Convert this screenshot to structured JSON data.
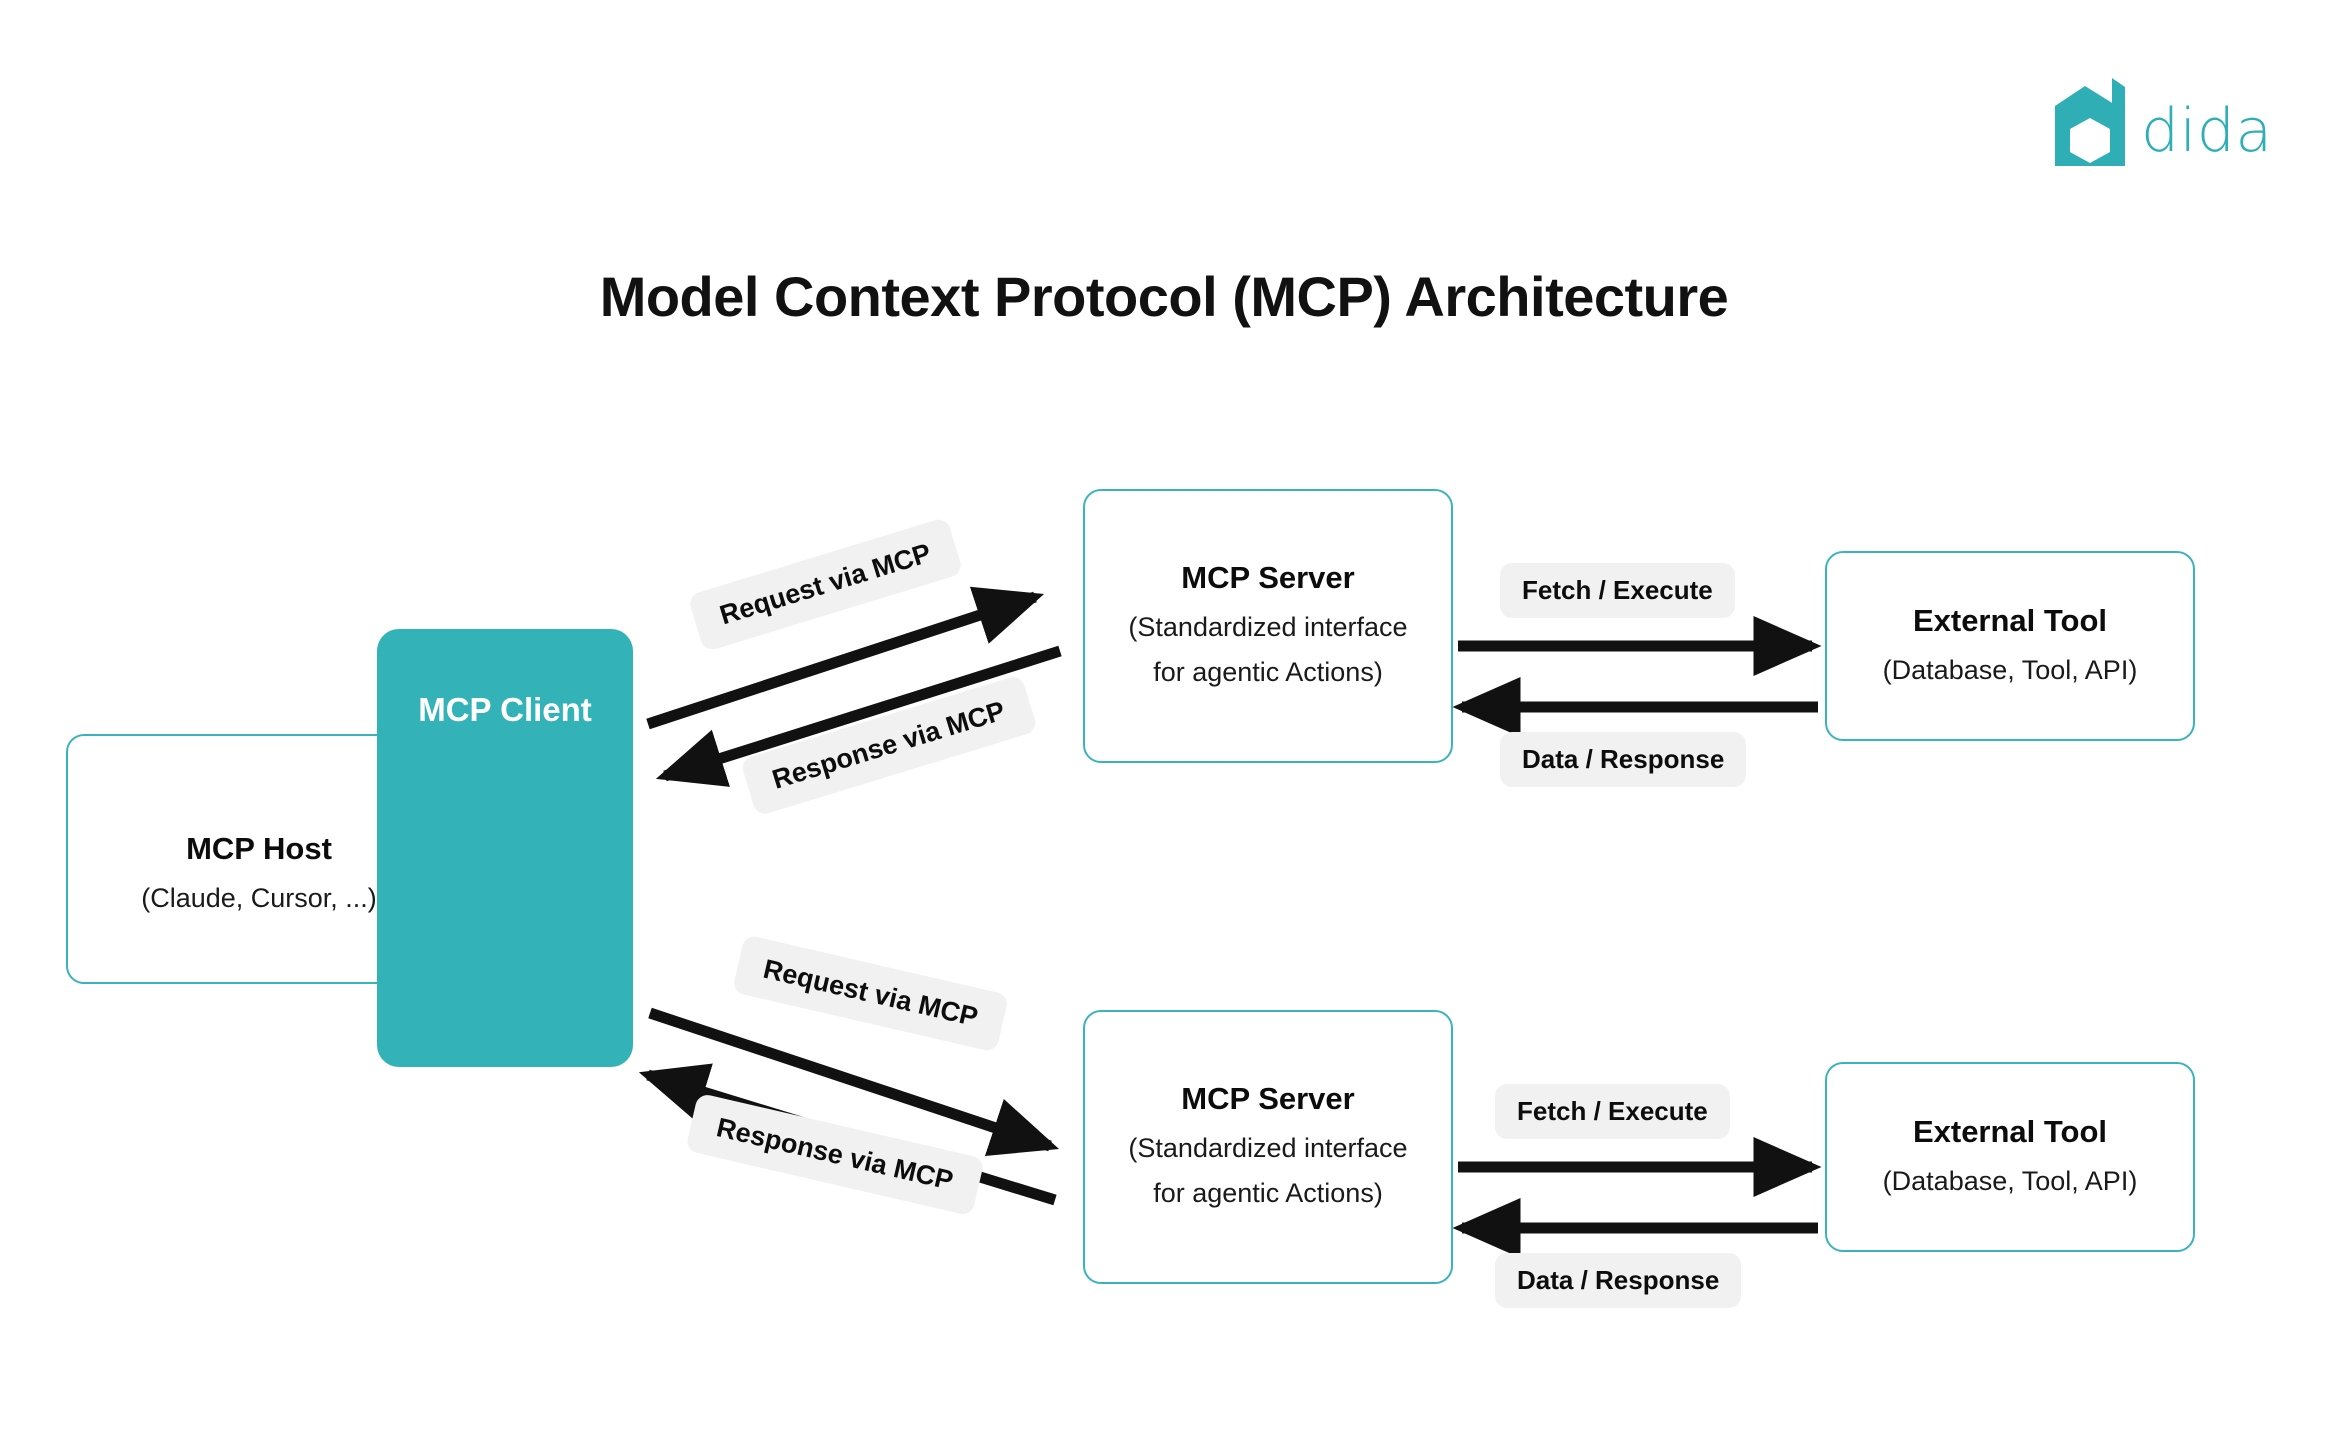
{
  "page": {
    "title": "Model Context Protocol (MCP) Architecture",
    "background_color": "#ffffff",
    "accent_color": "#33B2B8",
    "border_color": "#3BB3BC",
    "badge_color": "#F1F1F1",
    "arrow_color": "#111111"
  },
  "logo": {
    "wordmark": "dida",
    "mark_name": "dida-hexagon-d-logo",
    "color": "#2FAFB5"
  },
  "nodes": {
    "host": {
      "title": "MCP Host",
      "subtitle": "(Claude, Cursor, ...)"
    },
    "client": {
      "title": "MCP Client"
    },
    "server_top": {
      "title": "MCP Server",
      "subtitle_line1": "(Standardized interface",
      "subtitle_line2": "for agentic Actions)"
    },
    "server_bottom": {
      "title": "MCP Server",
      "subtitle_line1": "(Standardized interface",
      "subtitle_line2": "for agentic Actions)"
    },
    "tool_top": {
      "title": "External Tool",
      "subtitle": "(Database, Tool, API)"
    },
    "tool_bottom": {
      "title": "External Tool",
      "subtitle": "(Database, Tool, API)"
    }
  },
  "edges": {
    "request_top": "Request via MCP",
    "response_top": "Response via MCP",
    "request_bottom": "Request via MCP",
    "response_bottom": "Response via MCP",
    "fetch_top": "Fetch / Execute",
    "data_top": "Data / Response",
    "fetch_bottom": "Fetch / Execute",
    "data_bottom": "Data / Response"
  }
}
